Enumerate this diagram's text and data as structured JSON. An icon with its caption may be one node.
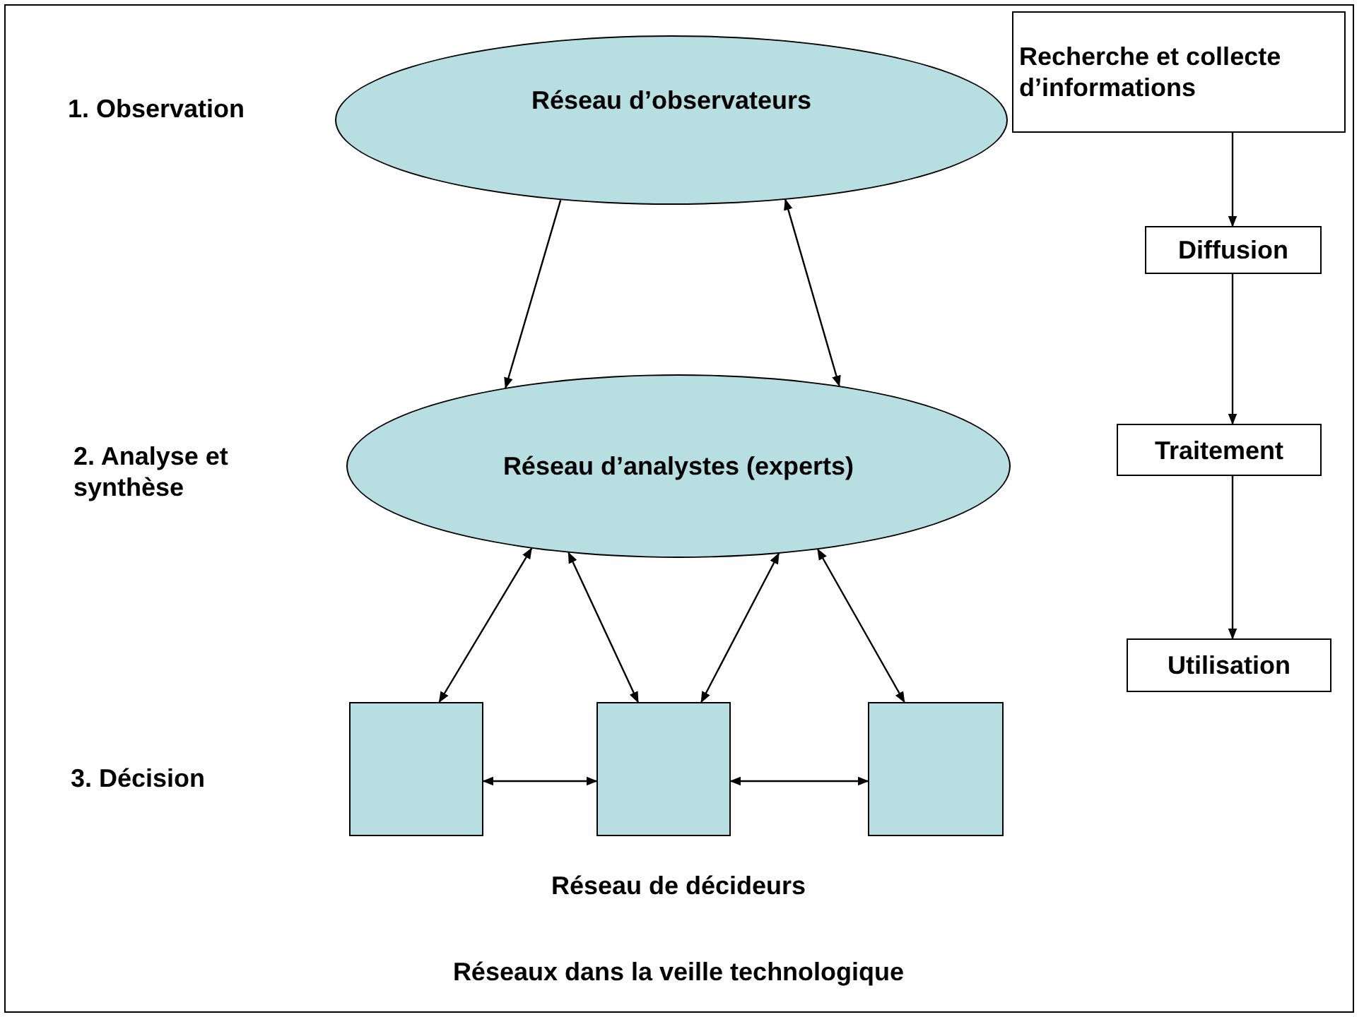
{
  "diagram": {
    "caption": "Réseaux dans la veille technologique",
    "nodes": [
      {
        "text": [
          "Réseau d’observateurs"
        ]
      },
      {
        "text": [
          "Réseau d’analystes (experts)"
        ]
      },
      {
        "text": [],
        "shape": "box"
      },
      {
        "text": [],
        "shape": "box"
      },
      {
        "text": [],
        "shape": "box"
      },
      {
        "text": [
          "Recherche et collecte d’informations"
        ]
      },
      {
        "text": [
          "Diffusion"
        ]
      },
      {
        "text": [
          "Traitement"
        ]
      },
      {
        "text": [
          "Utilisation"
        ]
      }
    ],
    "edges": [
      {
        "from": 0,
        "to": 1,
        "arrow": "to"
      },
      {
        "from": 0,
        "to": 1,
        "arrow": "both"
      },
      {
        "from": 1,
        "to": 2,
        "arrow": "both"
      },
      {
        "from": 1,
        "to": 3,
        "arrow": "both"
      },
      {
        "from": 1,
        "to": 3,
        "arrow": "both"
      },
      {
        "from": 1,
        "to": 4,
        "arrow": "both"
      },
      {
        "from": 2,
        "to": 3,
        "arrow": "both"
      },
      {
        "from": 3,
        "to": 4,
        "arrow": "both"
      },
      {
        "from": 5,
        "to": 6,
        "arrow": "to"
      },
      {
        "from": 6,
        "to": 7,
        "arrow": "to"
      },
      {
        "from": 7,
        "to": 8,
        "arrow": "to"
      }
    ],
    "labels": [
      "1. Observation",
      "2. Analyse et synthèse",
      "3. Décision",
      "Réseau de décideurs"
    ]
  }
}
